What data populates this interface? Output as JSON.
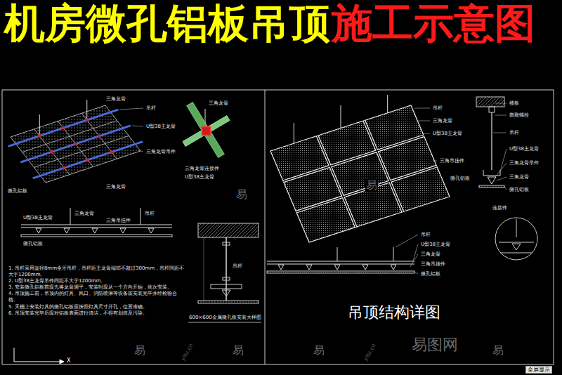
{
  "diagram": {
    "title": "机房微孔铝板吊顶",
    "labels": [
      "施工示意图",
      "三角龙骨",
      "吊杆",
      "U型38主龙骨",
      "三角龙骨吊件",
      "三角龙骨",
      "微孔铝板",
      "三角龙骨",
      "三角龙骨连接件",
      "U型38主龙骨",
      "U型38主龙骨",
      "三角龙骨",
      "三角吊挂件",
      "吊杆",
      "微孔铝板",
      "吊杆",
      "600×600金属微孔板安装大样图",
      "1. 吊杆采用直径8mm全牙吊杆，吊杆距主龙骨端部不超过300mm，吊杆间距不大于1200mm。",
      "2. U型38主龙骨吊件间距不大于1200mm。",
      "3. 安装微孔铝板前应先将龙骨调平，安装时应从一个方向开始，依次安装。",
      "4. 吊顶施工前，吊顶内的灯具、风口、消防喷淋等设备应安装完毕并经检验合格。",
      "5. 天棚上安装灯具的微孔铝板应按照灯具尺寸开孔，位置准确。",
      "6. 吊顶安装完毕后应对铝板表面进行清洁，不得有划痕及污染。",
      "吊杆",
      "三角龙骨",
      "U型38主龙骨",
      "三角吊挂件",
      "微孔铝板",
      "楼板",
      "膨胀螺栓",
      "吊杆",
      "U型38主龙骨",
      "三角龙骨吊件",
      "三角龙骨",
      "微孔铝板",
      "连接件",
      "吊杆",
      "U型38主龙骨",
      "三角龙骨",
      "三角吊挂件",
      "微孔铝板",
      "吊顶结构详图",
      "X",
      "易",
      "易",
      "易",
      "易",
      "易",
      "易",
      "yitu.cn",
      "yitu.cn",
      "易图网",
      "全屏显示"
    ]
  }
}
